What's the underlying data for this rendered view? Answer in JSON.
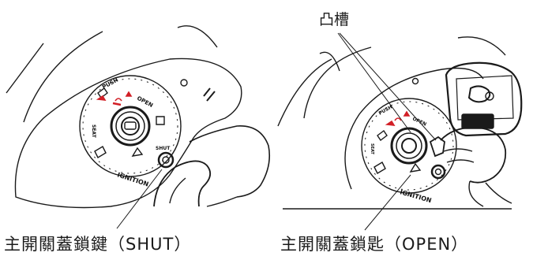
{
  "left_panel": {
    "caption": "主開關蓋鎖鍵（SHUT）",
    "dial": {
      "ignition": "IGNITION",
      "push": "PUSH",
      "open": "OPEN",
      "shut": "SHUT",
      "seat": "SEAT"
    }
  },
  "right_panel": {
    "callout": "凸槽",
    "caption": "主開關蓋鎖匙（OPEN）",
    "dial": {
      "ignition": "IGNITION",
      "push": "PUSH",
      "open": "OPEN",
      "seat": "SEAT"
    }
  },
  "colors": {
    "ink": "#1a1a1a",
    "accent_red": "#d21f26"
  }
}
